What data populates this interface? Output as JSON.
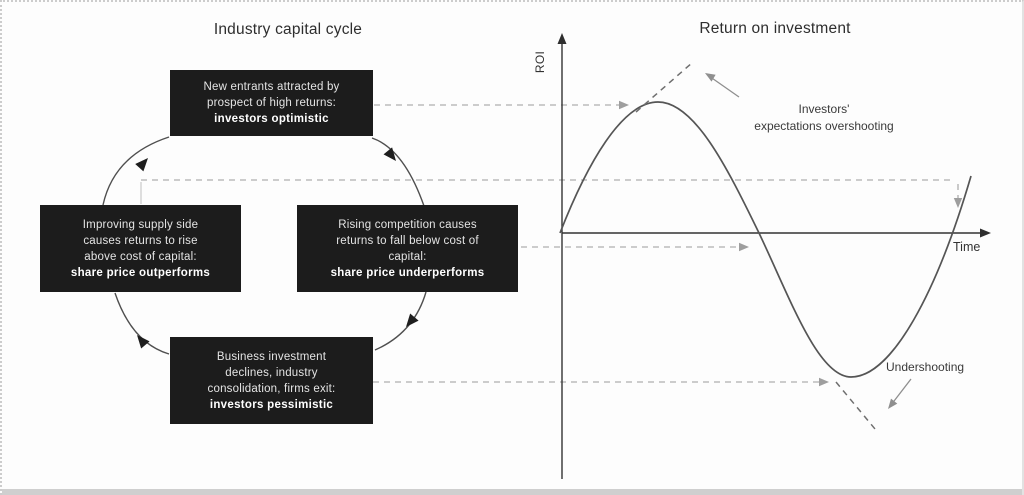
{
  "left_panel": {
    "title": "Industry capital cycle",
    "boxes": {
      "top": {
        "lines": [
          "New entrants attracted by",
          "prospect of high returns:"
        ],
        "bold_line": "investors optimistic"
      },
      "left": {
        "lines": [
          "Improving supply side",
          "causes returns to rise",
          "above cost of capital:"
        ],
        "bold_line": "share price outperforms"
      },
      "right": {
        "lines": [
          "Rising competition causes",
          "returns to fall below cost of",
          "capital:"
        ],
        "bold_line": "share price underperforms"
      },
      "bottom": {
        "lines": [
          "Business investment",
          "declines, industry",
          "consolidation, firms exit:"
        ],
        "bold_line": "investors pessimistic"
      }
    },
    "cycle_direction": "clockwise"
  },
  "right_panel": {
    "title": "Return on investment",
    "y_axis_label": "ROI",
    "x_axis_label": "Time",
    "curve": "sine-like ROI cycle: rises from origin to a peak, falls below zero to a trough, recovers",
    "annotations": {
      "overshoot_line1": "Investors'",
      "overshoot_line2": "expectations overshooting",
      "undershoot": "Undershooting"
    }
  },
  "colors": {
    "box_bg": "#1c1c1c",
    "box_text": "#e4e4e4",
    "box_bold_text": "#ffffff",
    "title_text": "#2e2e2e",
    "curve": "#555555",
    "axis": "#333333",
    "dashed_connector": "#b0b0b0",
    "tangent_dash": "#6f6f6f",
    "annotation_arrow": "#8f8f8f",
    "frame_border": "#cccccc"
  }
}
